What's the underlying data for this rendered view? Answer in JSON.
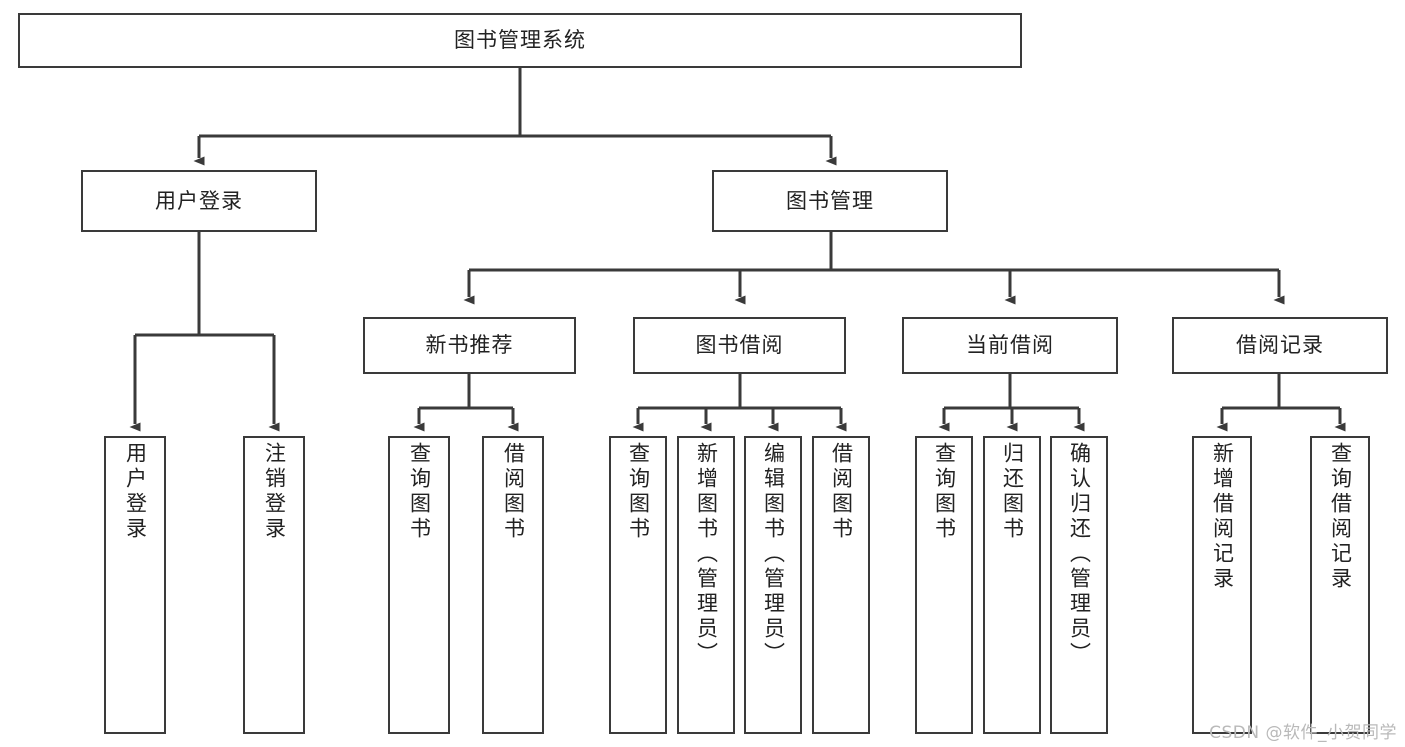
{
  "diagram": {
    "type": "tree-hierarchy",
    "title": "图书管理系统",
    "watermark": "CSDN @软件_小贺同学",
    "colors": {
      "box_border": "#3a3a3a",
      "box_fill": "#ffffff",
      "connector": "#3a3a3a",
      "text": "#222222",
      "watermark": "#b9b9b9",
      "background": "#ffffff"
    },
    "nodes": {
      "root": {
        "label": "图书管理系统"
      },
      "level2": [
        {
          "id": "user-login",
          "label": "用户登录"
        },
        {
          "id": "book-management",
          "label": "图书管理"
        }
      ],
      "level3": [
        {
          "id": "new-book-recommend",
          "label": "新书推荐"
        },
        {
          "id": "book-borrow",
          "label": "图书借阅"
        },
        {
          "id": "current-borrow",
          "label": "当前借阅"
        },
        {
          "id": "borrow-record",
          "label": "借阅记录"
        }
      ],
      "leaves": {
        "user-login": [
          {
            "id": "leaf-user-login",
            "label": "用户登录"
          },
          {
            "id": "leaf-logout",
            "label": "注销登录"
          }
        ],
        "new-book-recommend": [
          {
            "id": "leaf-query-book-1",
            "label": "查询图书"
          },
          {
            "id": "leaf-borrow-book-1",
            "label": "借阅图书"
          }
        ],
        "book-borrow": [
          {
            "id": "leaf-query-book-2",
            "label": "查询图书"
          },
          {
            "id": "leaf-add-book",
            "label": "新增图书（管理员）"
          },
          {
            "id": "leaf-edit-book",
            "label": "编辑图书（管理员）"
          },
          {
            "id": "leaf-borrow-book-2",
            "label": "借阅图书"
          }
        ],
        "current-borrow": [
          {
            "id": "leaf-query-book-3",
            "label": "查询图书"
          },
          {
            "id": "leaf-return-book",
            "label": "归还图书"
          },
          {
            "id": "leaf-confirm-return",
            "label": "确认归还（管理员）"
          }
        ],
        "borrow-record": [
          {
            "id": "leaf-add-record",
            "label": "新增借阅记录"
          },
          {
            "id": "leaf-query-record",
            "label": "查询借阅记录"
          }
        ]
      }
    }
  }
}
